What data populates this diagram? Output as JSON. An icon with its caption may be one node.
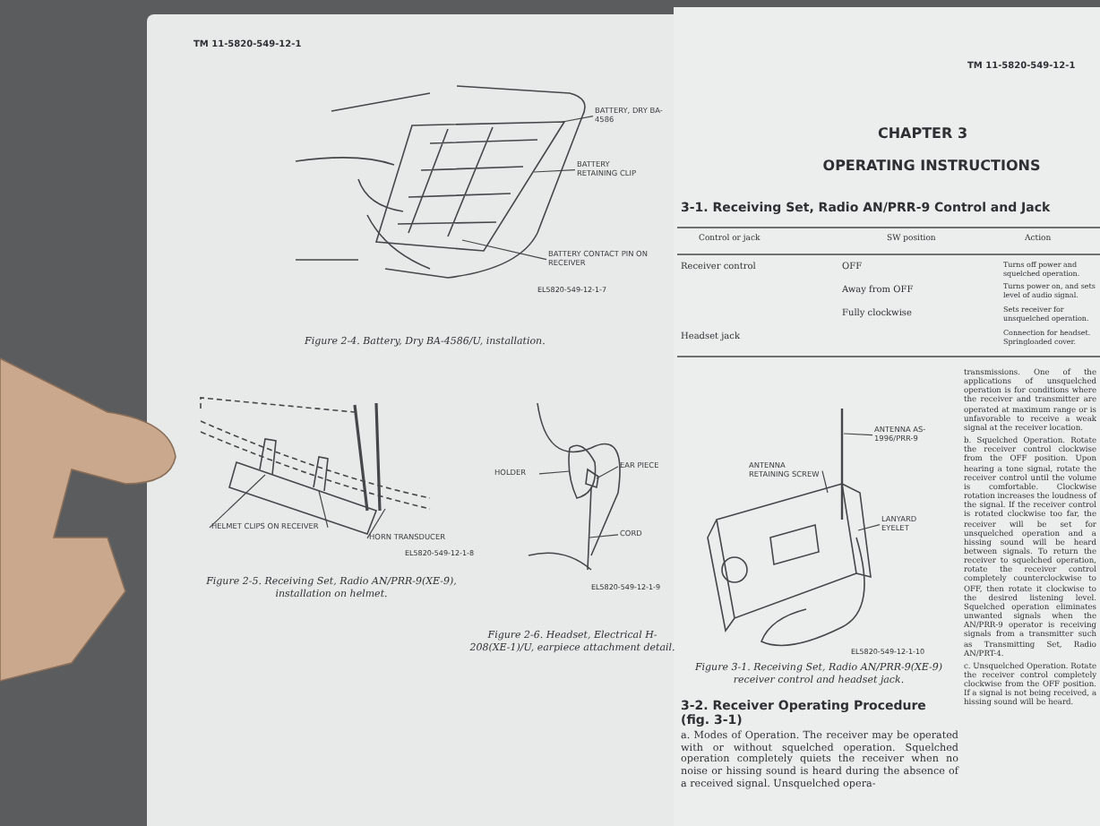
{
  "diagram": {
    "nodes": [
      {
        "text": [
          "BATTERY, DRY BA-4586"
        ]
      },
      {
        "text": [
          "BATTERY RETAINING CLIP"
        ]
      },
      {
        "text": [
          "BATTERY CONTACT PIN ON RECEIVER"
        ]
      },
      {
        "text": [
          "HELMET CLIPS ON RECEIVER"
        ]
      },
      {
        "text": [
          "HORN TRANSDUCER"
        ]
      },
      {
        "text": [
          "HOLDER"
        ]
      },
      {
        "text": [
          "EAR PIECE"
        ]
      },
      {
        "text": [
          "CORD"
        ]
      },
      {
        "text": [
          "ANTENNA RETAINING SCREW"
        ]
      },
      {
        "text": [
          "ANTENNA AS-1996/PRR-9"
        ]
      },
      {
        "text": [
          "LANYARD EYELET"
        ]
      }
    ],
    "edges": [
      {
        "from": 0,
        "to": null,
        "arrow": "none"
      },
      {
        "from": 1,
        "to": null,
        "arrow": "none"
      },
      {
        "from": 2,
        "to": null,
        "arrow": "none"
      },
      {
        "from": 3,
        "to": null,
        "arrow": "none"
      },
      {
        "from": 3,
        "to": null,
        "arrow": "none"
      },
      {
        "from": 4,
        "to": null,
        "arrow": "none"
      },
      {
        "from": 5,
        "to": null,
        "arrow": "none"
      },
      {
        "from": 6,
        "to": null,
        "arrow": "none"
      },
      {
        "from": 7,
        "to": null,
        "arrow": "none"
      },
      {
        "from": 8,
        "to": null,
        "arrow": "none"
      },
      {
        "from": 9,
        "to": null,
        "arrow": "none"
      },
      {
        "from": 10,
        "to": null,
        "arrow": "none"
      }
    ],
    "labels": [
      "TM 11-5820-549-12-1",
      "EL5820-549-12-1-7",
      "Figure 2-4. Battery, Dry BA-4586/U, installation.",
      "EL5820-549-12-1-8",
      "Figure 2-5. Receiving Set, Radio AN/PRR-9(XE-9), installation on helmet.",
      "EL5820-549-12-1-9",
      "Figure 2-6. Headset, Electrical H-208(XE-1)/U, earpiece attachment detail.",
      "TM 11-5820-549-12-1",
      "CHAPTER 3",
      "OPERATING INSTRUCTIONS",
      "3-1. Receiving Set, Radio AN/PRR-9 Control and Jack",
      "Control or jack",
      "SW position",
      "Action",
      "Receiver control",
      "OFF",
      "Turns off power and squelched operation.",
      "Away from OFF",
      "Turns power on, and sets level of audio signal.",
      "Fully clockwise",
      "Sets receiver for unsquelched operation.",
      "Headset jack",
      "Connection for headset. Springloaded cover.",
      "EL5820-549-12-1-10",
      "Figure 3-1. Receiving Set, Radio AN/PRR-9(XE-9) receiver control and headset jack.",
      "3-2. Receiver Operating Procedure (fig. 3-1)",
      "a. Modes of Operation. The receiver may be operated with or without squelched operation. Squelched operation completely quiets the receiver when no noise or hissing sound is heard during the absence of a received signal. Unsquelched opera-",
      "transmissions. One of the applications of unsquelched operation is for conditions where the receiver and transmitter are operated at maximum range or is unfavorable to receive a weak signal at the receiver location.",
      "b. Squelched Operation. Rotate the receiver control clockwise from the OFF position. Upon hearing a tone signal, rotate the receiver control until the volume is comfortable. Clockwise rotation increases the loudness of the signal. If the receiver control is rotated clockwise too far, the receiver will be set for unsquelched operation and a hissing sound will be heard between signals. To return the receiver to squelched operation, rotate the receiver control completely counterclockwise to OFF, then rotate it clockwise to the desired listening level. Squelched operation eliminates unwanted signals when the AN/PRR-9 operator is receiving signals from a transmitter such as Transmitting Set, Radio AN/PRT-4.",
      "c. Unsquelched Operation. Rotate the receiver control completely clockwise from the OFF position. If a signal is not being received, a hissing sound will be heard."
    ]
  }
}
